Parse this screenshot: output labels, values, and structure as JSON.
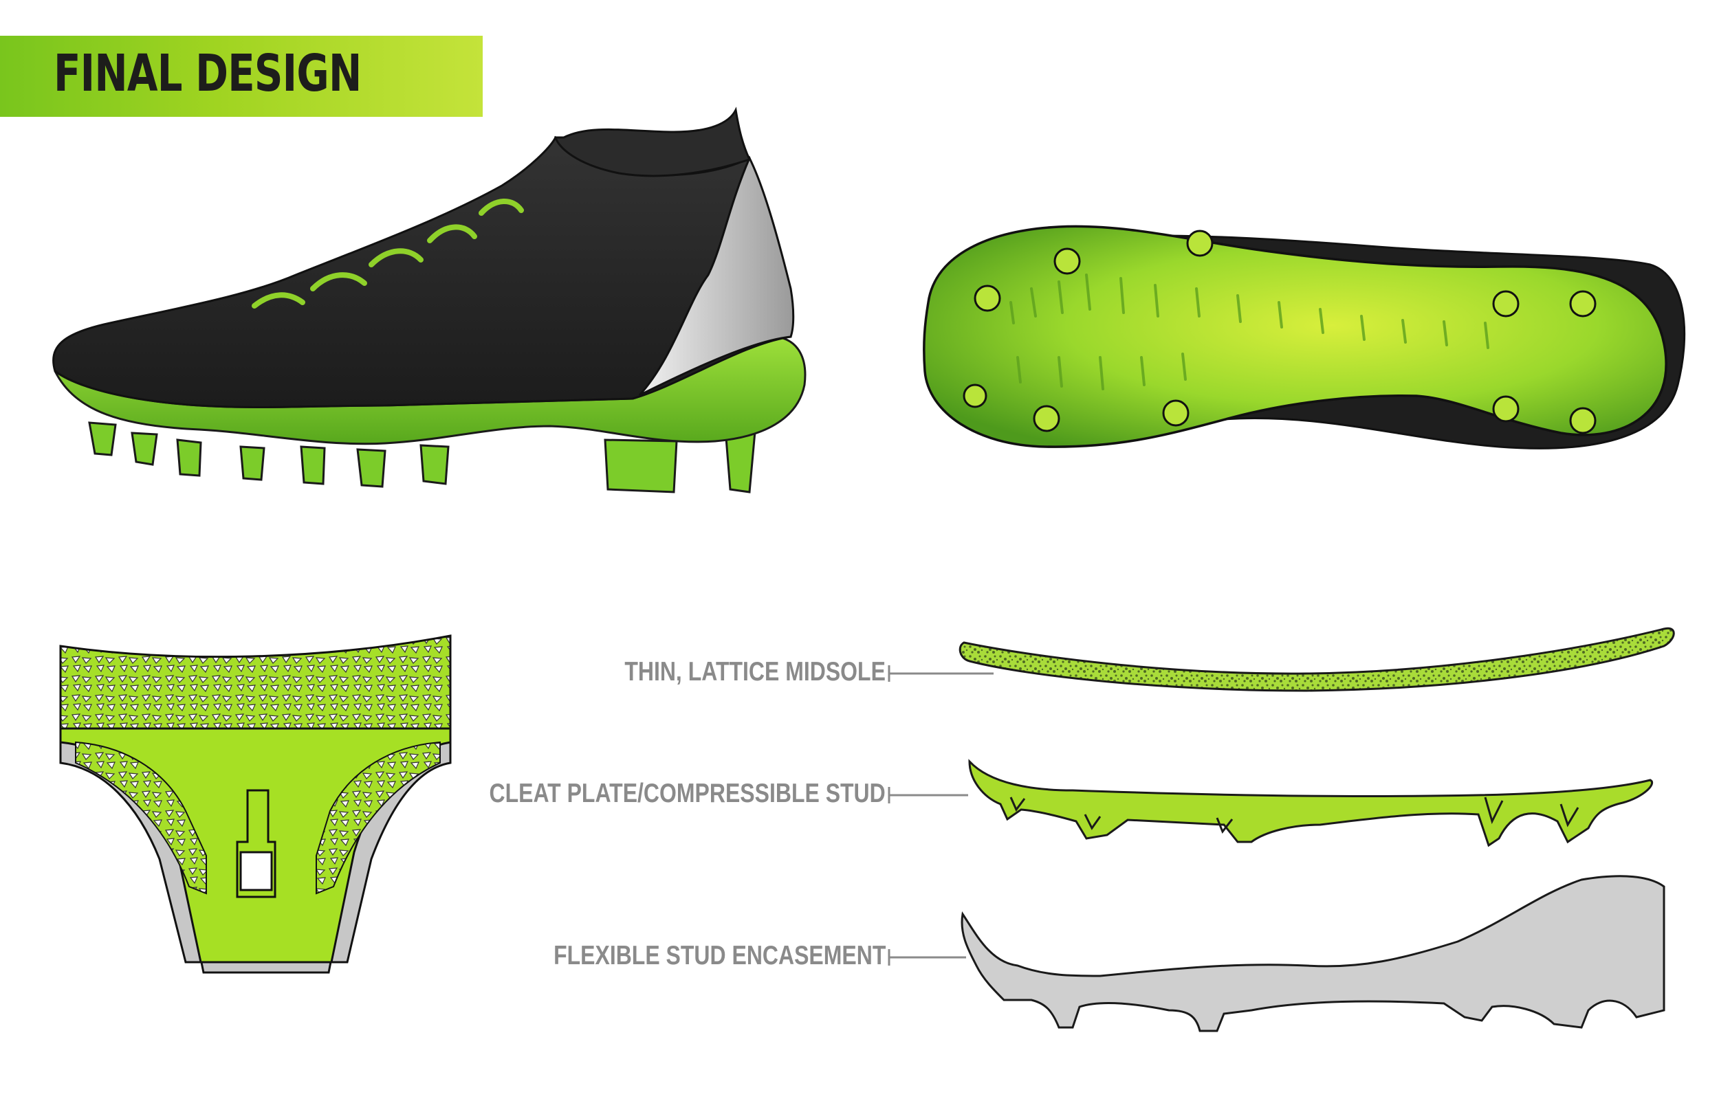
{
  "header": {
    "title": "FINAL DESIGN"
  },
  "layers": {
    "midsole_label": "THIN, LATTICE MIDSOLE",
    "cleat_plate_label": "CLEAT PLATE/COMPRESSIBLE STUD",
    "encasement_label": "FLEXIBLE STUD ENCASEMENT"
  },
  "colors": {
    "accent_green": "#8fd12a",
    "sole_green": "#7ccc2a",
    "upper_black": "#262626",
    "heel_silver": "#bdbdbd",
    "encasement_gray": "#cfcfcf",
    "label_gray": "#8a8a8a"
  }
}
